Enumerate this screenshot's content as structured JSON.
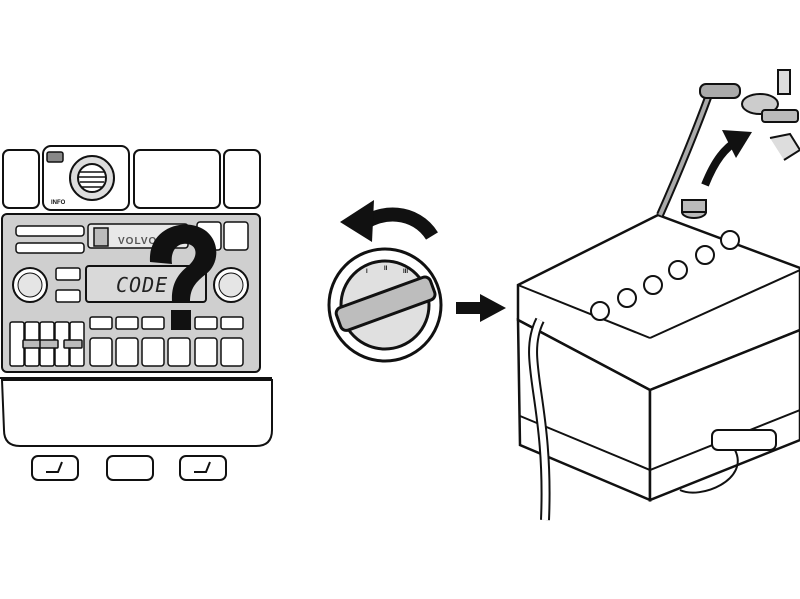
{
  "radio": {
    "display_text": "CODE",
    "brand": "VOLVO",
    "info_label": "INFO"
  },
  "ignition": {
    "positions": [
      "I",
      "II",
      "III"
    ]
  }
}
